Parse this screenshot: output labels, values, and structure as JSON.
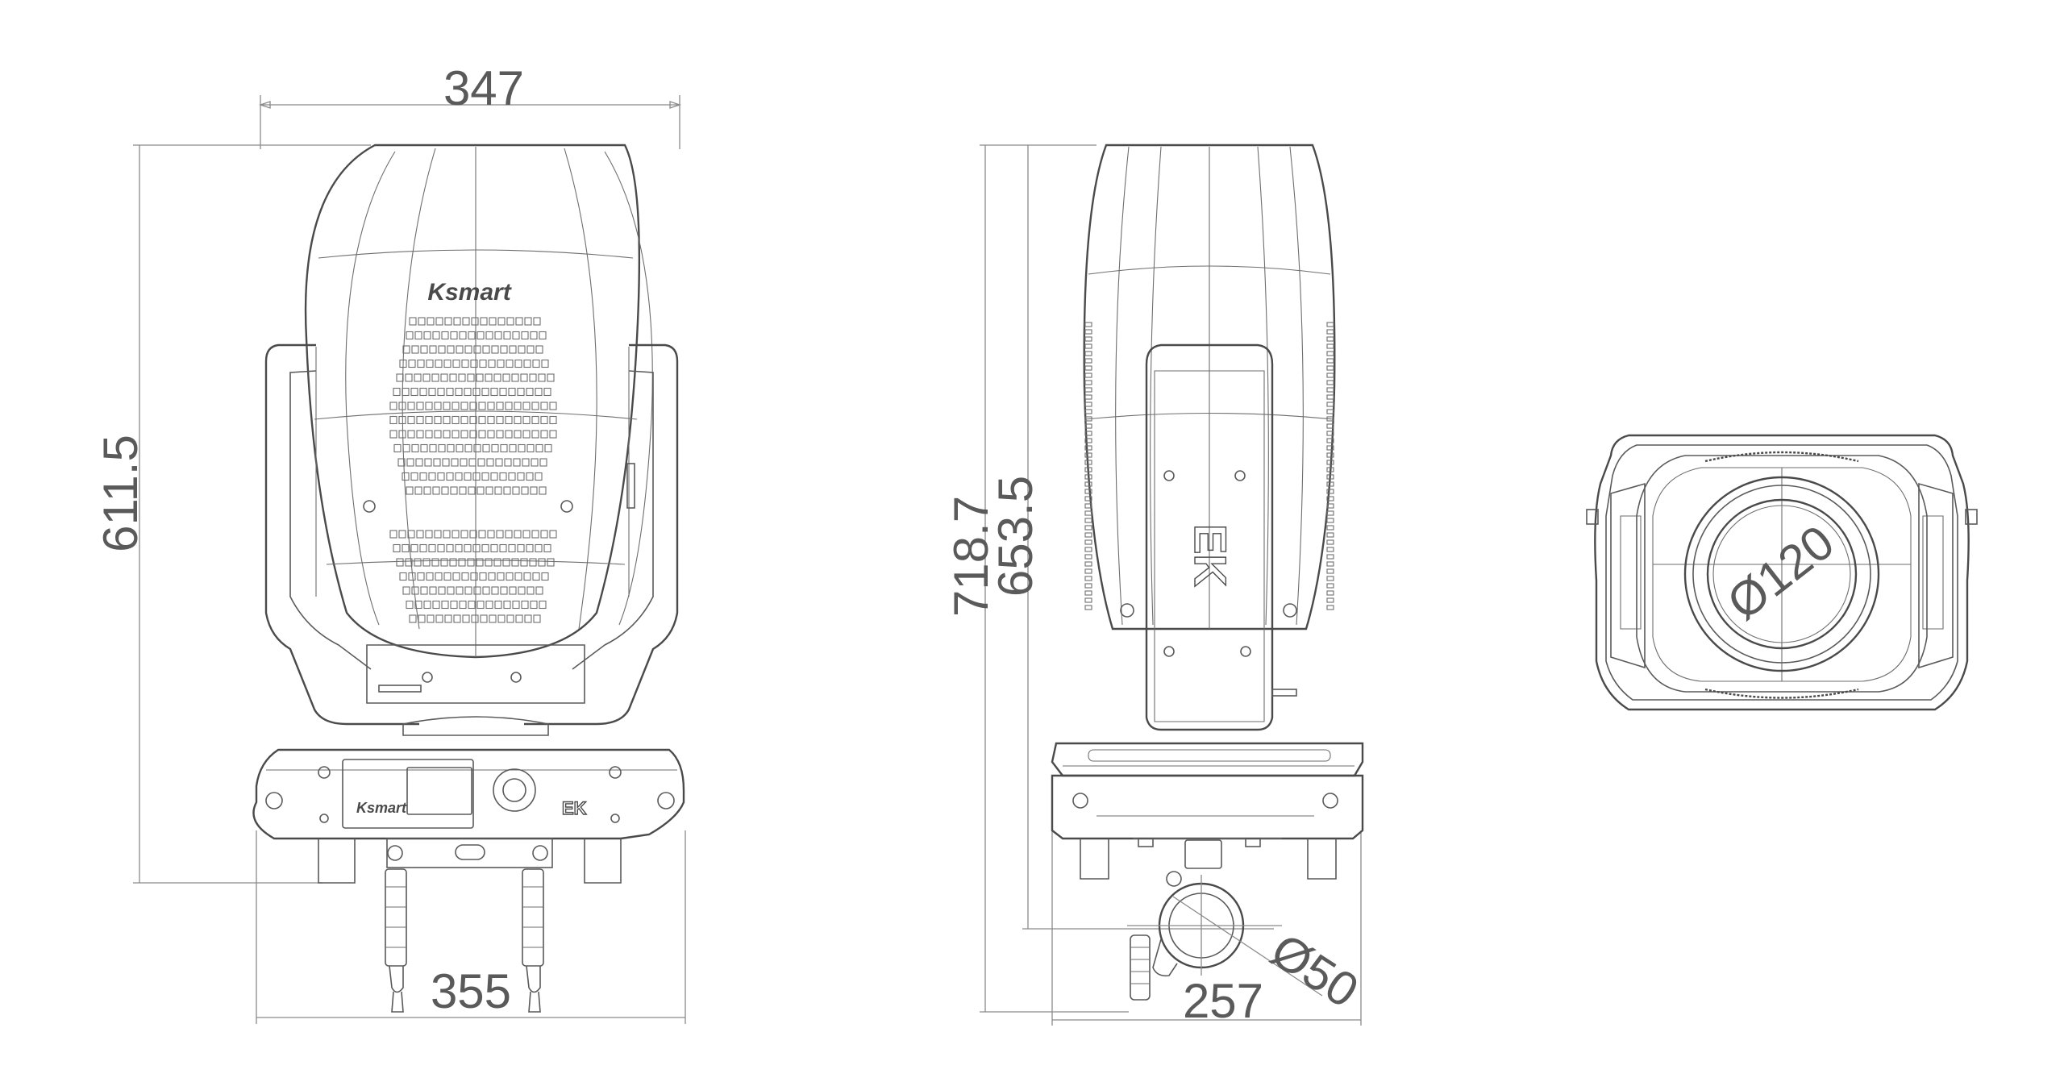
{
  "diagram": {
    "front_view": {
      "width_top": "347",
      "height": "611.5",
      "base_width": "355",
      "brand_logo": "Ksmart",
      "panel_logo": "Ksmart"
    },
    "side_view": {
      "total_height": "718.7",
      "body_height": "653.5",
      "base_depth": "257",
      "clamp_diameter": "Ø50"
    },
    "lens_view": {
      "lens_diameter": "Ø120"
    }
  }
}
